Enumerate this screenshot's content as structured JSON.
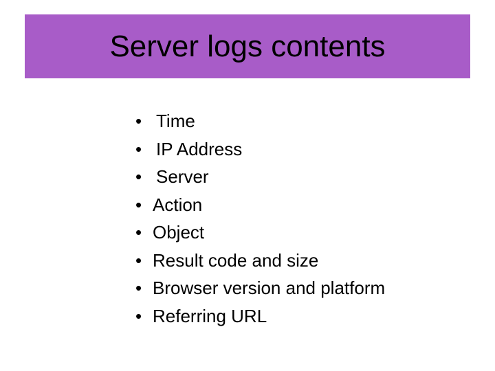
{
  "slide": {
    "title": "Server logs contents",
    "bullet_char": "•",
    "bullets": [
      "Time",
      "IP Address",
      "Server",
      "Action",
      "Object",
      "Result code and size",
      "Browser version and platform",
      "Referring URL"
    ]
  },
  "colors": {
    "title_bar_background": "#a85cc8",
    "title_text": "#000000",
    "body_text": "#000000",
    "slide_background": "#ffffff"
  }
}
